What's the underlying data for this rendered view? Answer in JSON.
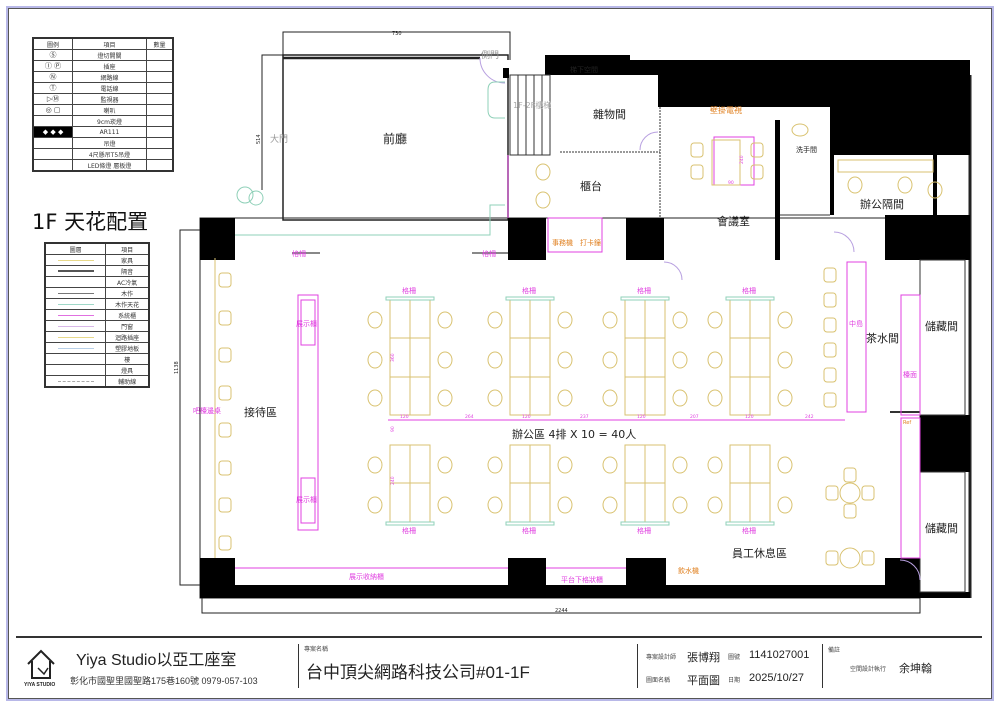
{
  "drawing_title": "1F 天花配置",
  "legend_fixtures": {
    "headers": [
      "圖例",
      "項目",
      "數量"
    ],
    "rows": [
      {
        "symbol": "Ⓢ",
        "item": "燈切開關"
      },
      {
        "symbol": "Ⓘ Ⓟ",
        "item": "插座"
      },
      {
        "symbol": "Ⓝ",
        "item": "網路線"
      },
      {
        "symbol": "Ⓣ",
        "item": "電話線"
      },
      {
        "symbol": "▷Ⓜ",
        "item": "監視器"
      },
      {
        "symbol": "◎ ▢",
        "item": "喇叭"
      },
      {
        "symbol": "",
        "item": "9cm崁燈"
      },
      {
        "symbol": "◆ ◆ ◆",
        "item": "AR111"
      },
      {
        "symbol": "",
        "item": "吊燈"
      },
      {
        "symbol": "",
        "item": "4尺懸吊T5吊燈"
      },
      {
        "symbol": "",
        "item": "LED條燈 層板燈"
      }
    ]
  },
  "legend_lines": {
    "headers": [
      "圖層",
      "項目"
    ],
    "rows": [
      {
        "color": "#e8d98a",
        "item": "家具"
      },
      {
        "color": "#555555",
        "item": "隔音"
      },
      {
        "color": "",
        "item": "AC冷氣"
      },
      {
        "color": "#777777",
        "item": "木作"
      },
      {
        "color": "#9fd8c8",
        "item": "木作天花"
      },
      {
        "color": "#e070e0",
        "item": "系統櫃"
      },
      {
        "color": "#d8b8e8",
        "item": "門窗"
      },
      {
        "color": "#e8d98a",
        "item": "迴路插座"
      },
      {
        "color": "#b8d0e8",
        "item": "塑膠地板"
      },
      {
        "color": "",
        "item": "樓"
      },
      {
        "color": "",
        "item": "燈具"
      },
      {
        "color": "#aaaaaa",
        "item": "輔助線"
      }
    ]
  },
  "rooms": {
    "lobby": "前廳",
    "main_door": "大門",
    "side_door": "側門",
    "stairs": "1F-2F樓梯",
    "under_stair": "梯下空間",
    "storage_misc": "雜物間",
    "counter": "櫃台",
    "meeting": "會議室",
    "washroom": "洗手間",
    "office_partition": "辦公隔間",
    "reception": "接待區",
    "office_area": "辦公區 4排 X 10 = 40人",
    "pantry": "茶水間",
    "storage_1": "儲藏間",
    "storage_2": "儲藏間",
    "staff_lounge": "員工休息區"
  },
  "annotations": {
    "grille": "格柵",
    "display_cabinet": "展示櫃",
    "counter_seat": "吧檯邊桌",
    "wall_tv": "壁掛電視",
    "office_machine": "事務機",
    "time_clock": "打卡鐘",
    "island": "中島",
    "counter_top": "檯面",
    "fridge": "Ref",
    "display_storage": "展示收納櫃",
    "platform_storage": "平台下格狀櫃",
    "water_dispenser": "飲水機"
  },
  "dimensions": {
    "lobby_width": "730",
    "lobby_depth": "514",
    "overall_width": "2244",
    "overall_depth": "1138",
    "meeting_table_len": "240",
    "meeting_table_w": "90",
    "desk_row_top": "360",
    "aisle": "90",
    "desk_row_bottom": "240",
    "spacing": [
      "120",
      "264",
      "120",
      "237",
      "120",
      "207",
      "120",
      "242"
    ]
  },
  "title_block": {
    "company": "Yiya Studio以亞工座室",
    "logo_text": "YIYA STUDIO",
    "address": "彰化市國聖里國聖路175巷160號 0979-057-103",
    "project_label": "專案名稱",
    "project_name": "台中頂尖網路科技公司#01-1F",
    "designer_label": "專案設計師",
    "designer": "張博翔",
    "drawing_no_label": "圖號",
    "drawing_no": "1141027001",
    "drawing_name_label": "圖面名稱",
    "drawing_name": "平面圖",
    "date_label": "日期",
    "date": "2025/10/27",
    "remarks_label": "備註",
    "executor_label": "空間設計執行",
    "executor": "余坤翰"
  },
  "colors": {
    "wall": "#000000",
    "furniture": "#d9c270",
    "cabinet": "#e040e0",
    "label_orange": "#e08020",
    "ceiling": "#8fd0b8",
    "door": "#b8a0e0"
  }
}
